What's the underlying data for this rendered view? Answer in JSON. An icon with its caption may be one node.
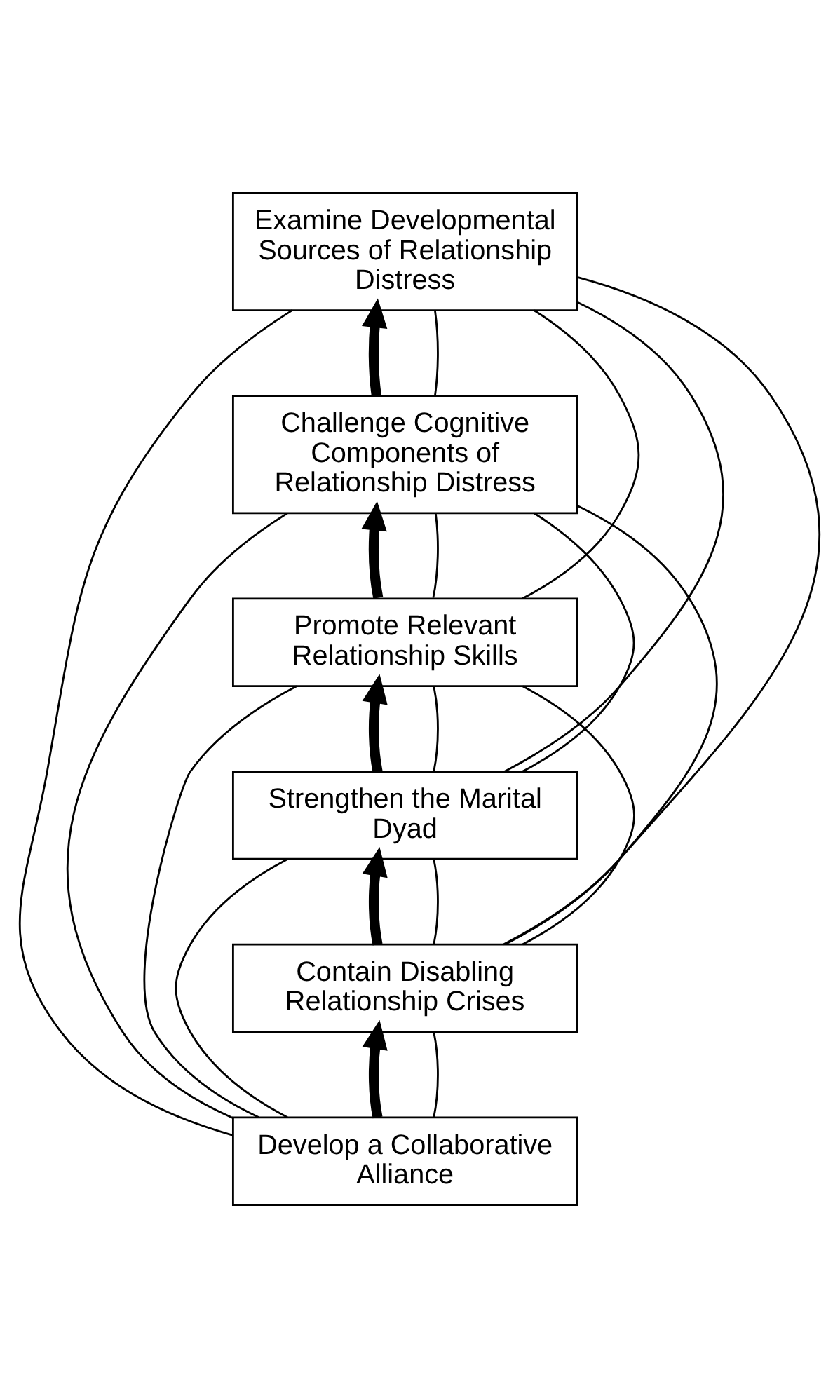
{
  "diagram": {
    "nodes": [
      {
        "text": [
          "Examine Developmental Sources of Relationship Distress"
        ]
      },
      {
        "text": [
          "Challenge Cognitive Components of Relationship Distress"
        ]
      },
      {
        "text": [
          "Promote Relevant Relationship Skills"
        ]
      },
      {
        "text": [
          "Strengthen the Marital Dyad"
        ]
      },
      {
        "text": [
          "Contain Disabling Relationship Crises"
        ]
      },
      {
        "text": [
          "Develop a Collaborative Alliance"
        ]
      }
    ],
    "edges": [
      {
        "from": 5,
        "to": 4,
        "arrow": "to",
        "style": "thick"
      },
      {
        "from": 4,
        "to": 3,
        "arrow": "to",
        "style": "thick"
      },
      {
        "from": 3,
        "to": 2,
        "arrow": "to",
        "style": "thick"
      },
      {
        "from": 2,
        "to": 1,
        "arrow": "to",
        "style": "thick"
      },
      {
        "from": 1,
        "to": 0,
        "arrow": "to",
        "style": "thick"
      },
      {
        "from": 0,
        "to": 1,
        "arrow": "none"
      },
      {
        "from": 0,
        "to": 2,
        "arrow": "none"
      },
      {
        "from": 0,
        "to": 3,
        "arrow": "none"
      },
      {
        "from": 0,
        "to": 4,
        "arrow": "none"
      },
      {
        "from": 0,
        "to": 5,
        "arrow": "none"
      },
      {
        "from": 1,
        "to": 2,
        "arrow": "none"
      },
      {
        "from": 1,
        "to": 3,
        "arrow": "none"
      },
      {
        "from": 1,
        "to": 4,
        "arrow": "none"
      },
      {
        "from": 1,
        "to": 5,
        "arrow": "none"
      },
      {
        "from": 2,
        "to": 3,
        "arrow": "none"
      },
      {
        "from": 2,
        "to": 4,
        "arrow": "none"
      },
      {
        "from": 2,
        "to": 5,
        "arrow": "none"
      },
      {
        "from": 3,
        "to": 4,
        "arrow": "none"
      },
      {
        "from": 3,
        "to": 5,
        "arrow": "none"
      },
      {
        "from": 4,
        "to": 5,
        "arrow": "none"
      }
    ]
  }
}
